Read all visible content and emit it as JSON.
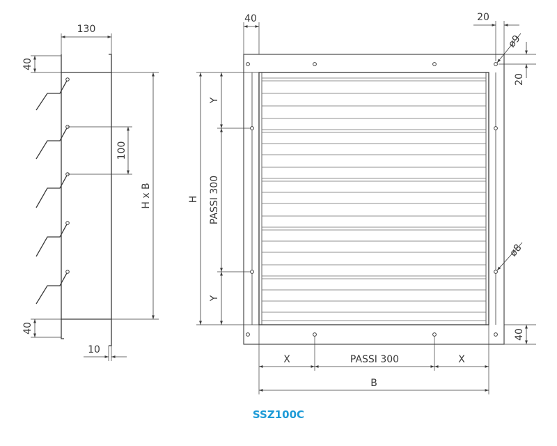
{
  "side_view": {
    "dim_width": "130",
    "dim_top": "40",
    "dim_bottom": "40",
    "dim_pitch": "100",
    "dim_height": "H x B",
    "dim_lip": "10"
  },
  "front_view": {
    "dim_frame_left": "40",
    "dim_hole_offset_x": "20",
    "dim_hole_offset_y": "20",
    "dim_frame_bottom": "40",
    "dim_hole_top": "ø9",
    "dim_hole_side": "ø8",
    "dim_H": "H",
    "dim_Y_top": "Y",
    "dim_Y_bottom": "Y",
    "dim_pitch_vertical": "PASSI 300",
    "dim_X_left": "X",
    "dim_X_right": "X",
    "dim_pitch_horizontal": "PASSI 300",
    "dim_B": "B"
  },
  "model_code": "SSZ100C",
  "colors": {
    "line": "#3a3a3a",
    "slat": "#6e6e6e",
    "title": "#1e9bd7"
  }
}
